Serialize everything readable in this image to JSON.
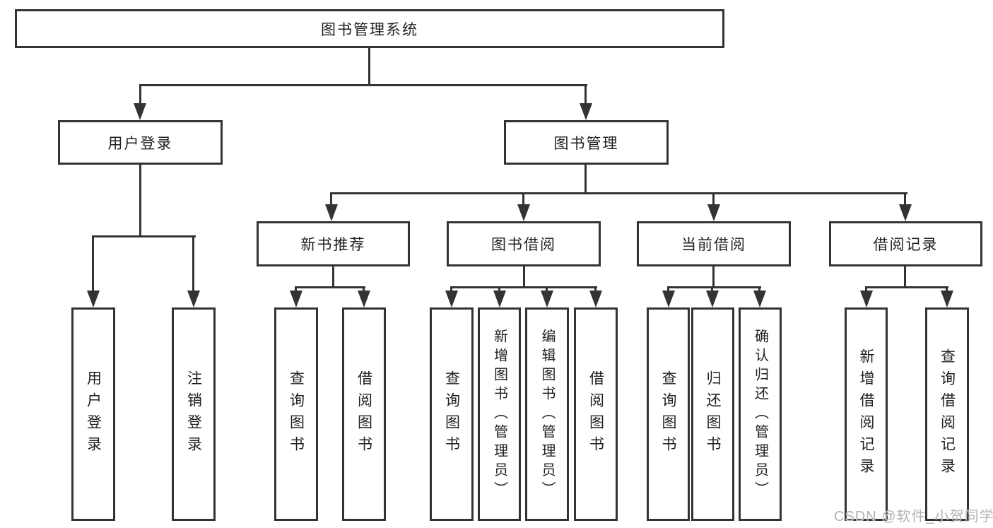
{
  "diagram_type": "hierarchy-tree",
  "colors": {
    "line": "#333333",
    "text": "#1f1f1f",
    "watermark": "#b3b3b3",
    "background": "#ffffff"
  },
  "tree": {
    "label": "图书管理系统",
    "children": [
      {
        "label": "用户登录",
        "children": [
          {
            "label": "用户登录"
          },
          {
            "label": "注销登录"
          }
        ]
      },
      {
        "label": "图书管理",
        "children": [
          {
            "label": "新书推荐",
            "children": [
              {
                "label": "查询图书"
              },
              {
                "label": "借阅图书"
              }
            ]
          },
          {
            "label": "图书借阅",
            "children": [
              {
                "label": "查询图书"
              },
              {
                "label": "新增图书（管理员）"
              },
              {
                "label": "编辑图书（管理员）"
              },
              {
                "label": "借阅图书"
              }
            ]
          },
          {
            "label": "当前借阅",
            "children": [
              {
                "label": "查询图书"
              },
              {
                "label": "归还图书"
              },
              {
                "label": "确认归还（管理员）"
              }
            ]
          },
          {
            "label": "借阅记录",
            "children": [
              {
                "label": "新增借阅记录"
              },
              {
                "label": "查询借阅记录"
              }
            ]
          }
        ]
      }
    ]
  },
  "watermark": {
    "text": "CSDN @软件_小贺同学"
  }
}
